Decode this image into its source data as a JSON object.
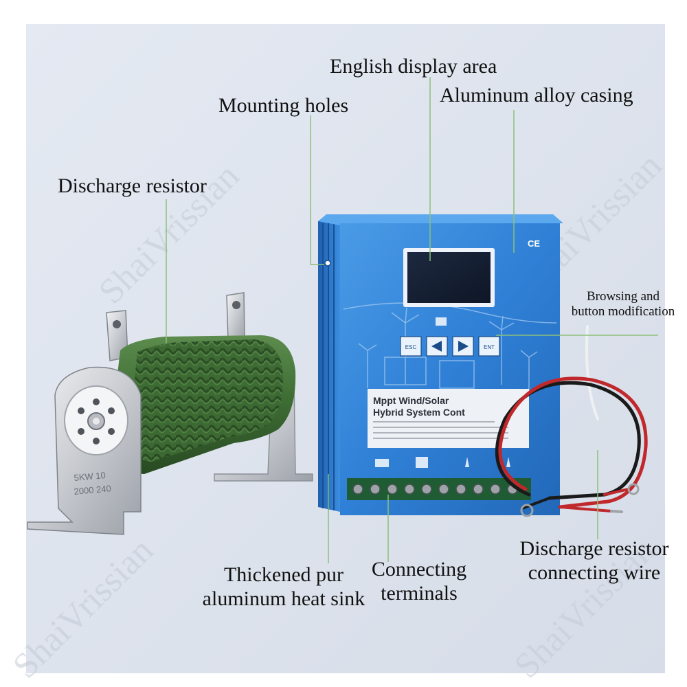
{
  "callouts": {
    "english_display_area": "English display area",
    "aluminum_alloy_casing": "Aluminum alloy casing",
    "mounting_holes": "Mounting holes",
    "discharge_resistor": "Discharge resistor",
    "browsing_line1": "Browsing and",
    "browsing_line2": "button modification",
    "heat_sink_line1": "Thickened pur",
    "heat_sink_line2": "aluminum heat sink",
    "terminals_line1": "Connecting",
    "terminals_line2": "terminals",
    "wire_line1": "Discharge resistor",
    "wire_line2": "connecting wire"
  },
  "device": {
    "ce_mark": "CE",
    "panel_title_line1": "Mppt Wind/Solar",
    "panel_title_line2": "Hybrid System Cont",
    "btn_esc": "ESC",
    "btn_ent": "ENT"
  },
  "resistor": {
    "marking_line1": "5KW 10",
    "marking_line2": "2000 240"
  },
  "watermark": "ShaiVrissian",
  "colors": {
    "leader_line": "#8cc07a",
    "casing_blue": "#2e7fd6",
    "resistor_green": "#3f6e35"
  }
}
